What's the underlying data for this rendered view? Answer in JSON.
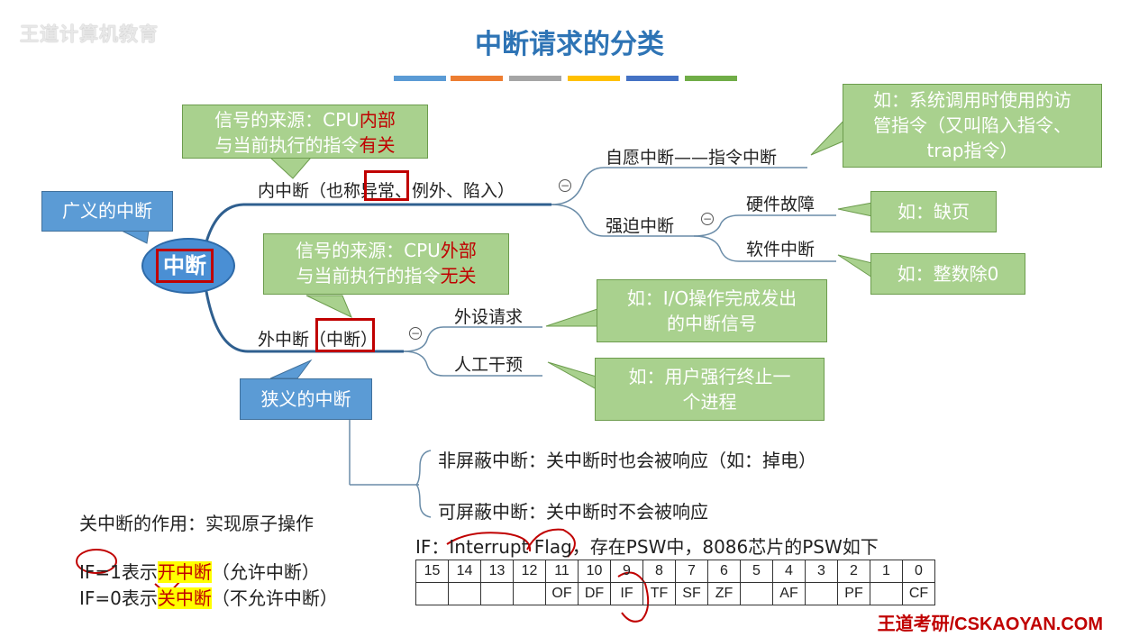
{
  "watermark": "王道计算机教育",
  "title": "中断请求的分类",
  "color_bars": [
    "#5b9bd5",
    "#ed7d31",
    "#a5a5a5",
    "#ffc000",
    "#4472c4",
    "#70ad47"
  ],
  "callouts": {
    "broad": "广义的中断",
    "narrow": "狭义的中断",
    "internal_source_pre": "信号的来源：CPU",
    "internal_source_red": "内部",
    "internal_source_line2_pre": "与当前执行的指令",
    "internal_source_line2_red": "有关",
    "external_source_pre": "信号的来源：CPU",
    "external_source_red": "外部",
    "external_source_line2_pre": "与当前执行的指令",
    "external_source_line2_red": "无关"
  },
  "tree": {
    "root": "中断",
    "internal": "内中断（也称异常、例外、陷入）",
    "voluntary": "自愿中断——指令中断",
    "forced": "强迫中断",
    "hardware_fault": "硬件故障",
    "software_interrupt": "软件中断",
    "external_pre": "外中断",
    "external_paren": "（中断）",
    "peripheral": "外设请求",
    "manual": "人工干预"
  },
  "examples": {
    "voluntary_line1": "如：系统调用时使用的访",
    "voluntary_line2": "管指令（又叫陷入指令、",
    "voluntary_line3": "trap指令）",
    "hardware_fault": "如：缺页",
    "software_interrupt": "如：整数除0",
    "peripheral_line1": "如：I/O操作完成发出",
    "peripheral_line2": "的中断信号",
    "manual_line1": "如：用户强行终止一",
    "manual_line2": "个进程"
  },
  "maskable": {
    "non_maskable": "非屏蔽中断：关中断时也会被响应（如：掉电）",
    "maskable": "可屏蔽中断：关中断时不会被响应"
  },
  "notes": {
    "close_interrupt_effect": "关中断的作用：实现原子操作",
    "if1_pre": "IF=1表示",
    "if1_hl": "开中断",
    "if1_post": "（允许中断）",
    "if0_pre": "IF=0表示",
    "if0_hl": "关中断",
    "if0_post": "（不允许中断）",
    "if_def_pre": "IF：",
    "if_def_en": "Interrupt Flag，",
    "if_def_post": "存在PSW中，8086芯片的PSW如下"
  },
  "psw": {
    "bits": [
      "15",
      "14",
      "13",
      "12",
      "11",
      "10",
      "9",
      "8",
      "7",
      "6",
      "5",
      "4",
      "3",
      "2",
      "1",
      "0"
    ],
    "flags": [
      "",
      "",
      "",
      "",
      "OF",
      "DF",
      "IF",
      "TF",
      "SF",
      "ZF",
      "",
      "AF",
      "",
      "PF",
      "",
      "CF"
    ]
  },
  "brand": "王道考研/CSKAOYAN.COM"
}
